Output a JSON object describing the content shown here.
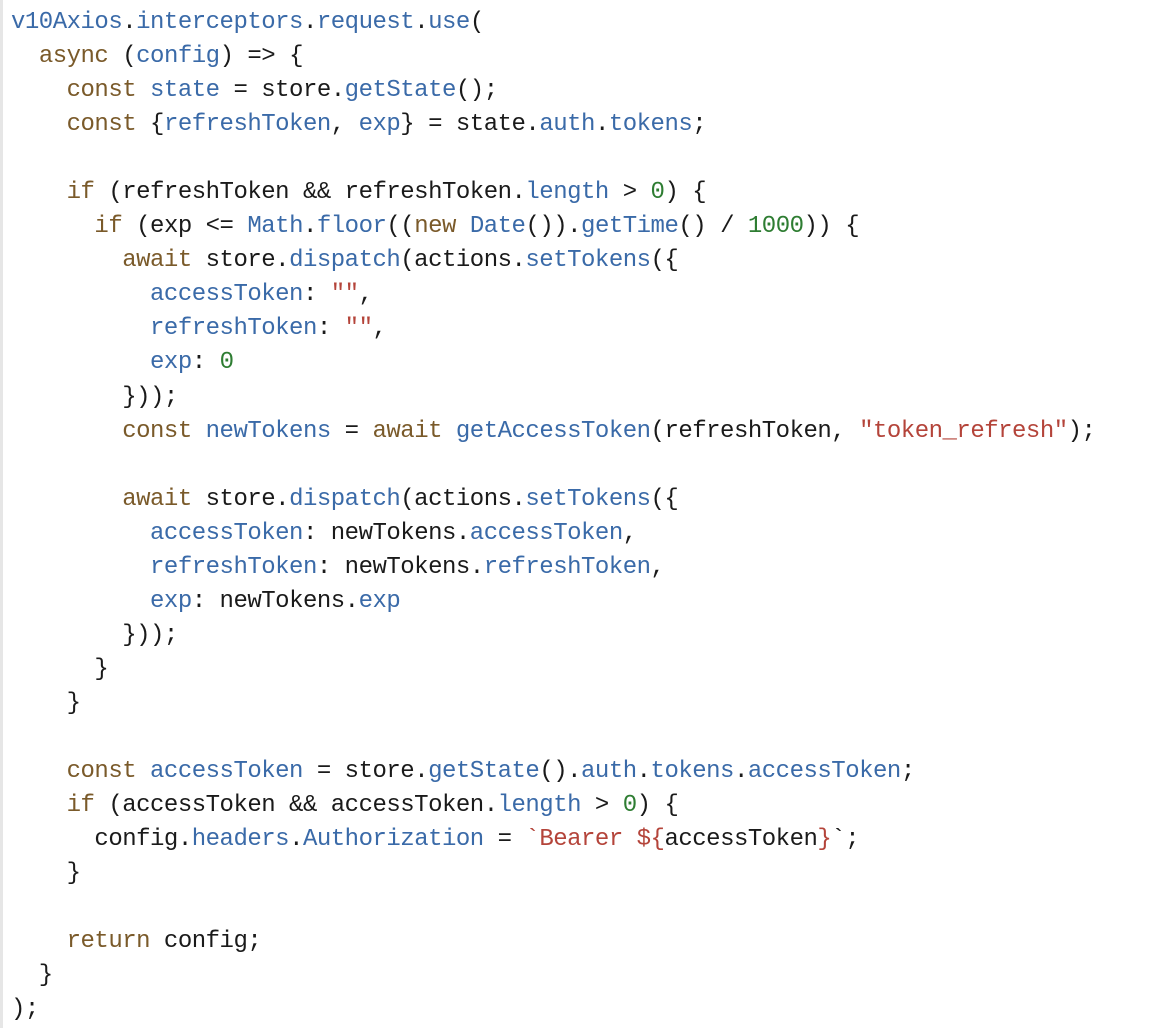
{
  "colors": {
    "keyword": "#7a5a2a",
    "property": "#3a6aa8",
    "string": "#b4443a",
    "number": "#2e7d32",
    "plain": "#1a1a1a",
    "gutter": "#e6e6e6",
    "background": "#ffffff"
  },
  "code": {
    "language": "javascript",
    "lines": [
      [
        [
          "property",
          "v10Axios"
        ],
        [
          "plain",
          "."
        ],
        [
          "property",
          "interceptors"
        ],
        [
          "plain",
          "."
        ],
        [
          "property",
          "request"
        ],
        [
          "plain",
          "."
        ],
        [
          "property",
          "use"
        ],
        [
          "plain",
          "("
        ]
      ],
      [
        [
          "plain",
          "  "
        ],
        [
          "keyword",
          "async"
        ],
        [
          "plain",
          " ("
        ],
        [
          "property",
          "config"
        ],
        [
          "plain",
          ") => {"
        ]
      ],
      [
        [
          "plain",
          "    "
        ],
        [
          "keyword",
          "const"
        ],
        [
          "plain",
          " "
        ],
        [
          "property",
          "state"
        ],
        [
          "plain",
          " = store."
        ],
        [
          "property",
          "getState"
        ],
        [
          "plain",
          "();"
        ]
      ],
      [
        [
          "plain",
          "    "
        ],
        [
          "keyword",
          "const"
        ],
        [
          "plain",
          " {"
        ],
        [
          "property",
          "refreshToken"
        ],
        [
          "plain",
          ", "
        ],
        [
          "property",
          "exp"
        ],
        [
          "plain",
          "} = state."
        ],
        [
          "property",
          "auth"
        ],
        [
          "plain",
          "."
        ],
        [
          "property",
          "tokens"
        ],
        [
          "plain",
          ";"
        ]
      ],
      [],
      [
        [
          "plain",
          "    "
        ],
        [
          "keyword",
          "if"
        ],
        [
          "plain",
          " (refreshToken && refreshToken."
        ],
        [
          "property",
          "length"
        ],
        [
          "plain",
          " > "
        ],
        [
          "number",
          "0"
        ],
        [
          "plain",
          ") {"
        ]
      ],
      [
        [
          "plain",
          "      "
        ],
        [
          "keyword",
          "if"
        ],
        [
          "plain",
          " (exp <= "
        ],
        [
          "property",
          "Math"
        ],
        [
          "plain",
          "."
        ],
        [
          "property",
          "floor"
        ],
        [
          "plain",
          "(("
        ],
        [
          "keyword",
          "new"
        ],
        [
          "plain",
          " "
        ],
        [
          "property",
          "Date"
        ],
        [
          "plain",
          "())."
        ],
        [
          "property",
          "getTime"
        ],
        [
          "plain",
          "() / "
        ],
        [
          "number",
          "1000"
        ],
        [
          "plain",
          ")) {"
        ]
      ],
      [
        [
          "plain",
          "        "
        ],
        [
          "keyword",
          "await"
        ],
        [
          "plain",
          " store."
        ],
        [
          "property",
          "dispatch"
        ],
        [
          "plain",
          "(actions."
        ],
        [
          "property",
          "setTokens"
        ],
        [
          "plain",
          "({"
        ]
      ],
      [
        [
          "plain",
          "          "
        ],
        [
          "property",
          "accessToken"
        ],
        [
          "plain",
          ": "
        ],
        [
          "string",
          "\"\""
        ],
        [
          "plain",
          ","
        ]
      ],
      [
        [
          "plain",
          "          "
        ],
        [
          "property",
          "refreshToken"
        ],
        [
          "plain",
          ": "
        ],
        [
          "string",
          "\"\""
        ],
        [
          "plain",
          ","
        ]
      ],
      [
        [
          "plain",
          "          "
        ],
        [
          "property",
          "exp"
        ],
        [
          "plain",
          ": "
        ],
        [
          "number",
          "0"
        ]
      ],
      [
        [
          "plain",
          "        }));"
        ]
      ],
      [
        [
          "plain",
          "        "
        ],
        [
          "keyword",
          "const"
        ],
        [
          "plain",
          " "
        ],
        [
          "property",
          "newTokens"
        ],
        [
          "plain",
          " = "
        ],
        [
          "keyword",
          "await"
        ],
        [
          "plain",
          " "
        ],
        [
          "property",
          "getAccessToken"
        ],
        [
          "plain",
          "(refreshToken, "
        ],
        [
          "string",
          "\"token_refresh\""
        ],
        [
          "plain",
          ");"
        ]
      ],
      [],
      [
        [
          "plain",
          "        "
        ],
        [
          "keyword",
          "await"
        ],
        [
          "plain",
          " store."
        ],
        [
          "property",
          "dispatch"
        ],
        [
          "plain",
          "(actions."
        ],
        [
          "property",
          "setTokens"
        ],
        [
          "plain",
          "({"
        ]
      ],
      [
        [
          "plain",
          "          "
        ],
        [
          "property",
          "accessToken"
        ],
        [
          "plain",
          ": newTokens."
        ],
        [
          "property",
          "accessToken"
        ],
        [
          "plain",
          ","
        ]
      ],
      [
        [
          "plain",
          "          "
        ],
        [
          "property",
          "refreshToken"
        ],
        [
          "plain",
          ": newTokens."
        ],
        [
          "property",
          "refreshToken"
        ],
        [
          "plain",
          ","
        ]
      ],
      [
        [
          "plain",
          "          "
        ],
        [
          "property",
          "exp"
        ],
        [
          "plain",
          ": newTokens."
        ],
        [
          "property",
          "exp"
        ]
      ],
      [
        [
          "plain",
          "        }));"
        ]
      ],
      [
        [
          "plain",
          "      }"
        ]
      ],
      [
        [
          "plain",
          "    }"
        ]
      ],
      [],
      [
        [
          "plain",
          "    "
        ],
        [
          "keyword",
          "const"
        ],
        [
          "plain",
          " "
        ],
        [
          "property",
          "accessToken"
        ],
        [
          "plain",
          " = store."
        ],
        [
          "property",
          "getState"
        ],
        [
          "plain",
          "()."
        ],
        [
          "property",
          "auth"
        ],
        [
          "plain",
          "."
        ],
        [
          "property",
          "tokens"
        ],
        [
          "plain",
          "."
        ],
        [
          "property",
          "accessToken"
        ],
        [
          "plain",
          ";"
        ]
      ],
      [
        [
          "plain",
          "    "
        ],
        [
          "keyword",
          "if"
        ],
        [
          "plain",
          " (accessToken && accessToken."
        ],
        [
          "property",
          "length"
        ],
        [
          "plain",
          " > "
        ],
        [
          "number",
          "0"
        ],
        [
          "plain",
          ") {"
        ]
      ],
      [
        [
          "plain",
          "      config."
        ],
        [
          "property",
          "headers"
        ],
        [
          "plain",
          "."
        ],
        [
          "property",
          "Authorization"
        ],
        [
          "plain",
          " = "
        ],
        [
          "string",
          "`Bearer ${"
        ],
        [
          "plain",
          "accessToken"
        ],
        [
          "string",
          "}"
        ],
        [
          "plain",
          "`;"
        ]
      ],
      [
        [
          "plain",
          "    }"
        ]
      ],
      [],
      [
        [
          "plain",
          "    "
        ],
        [
          "keyword",
          "return"
        ],
        [
          "plain",
          " config;"
        ]
      ],
      [
        [
          "plain",
          "  }"
        ]
      ],
      [
        [
          "plain",
          ");"
        ]
      ]
    ]
  }
}
